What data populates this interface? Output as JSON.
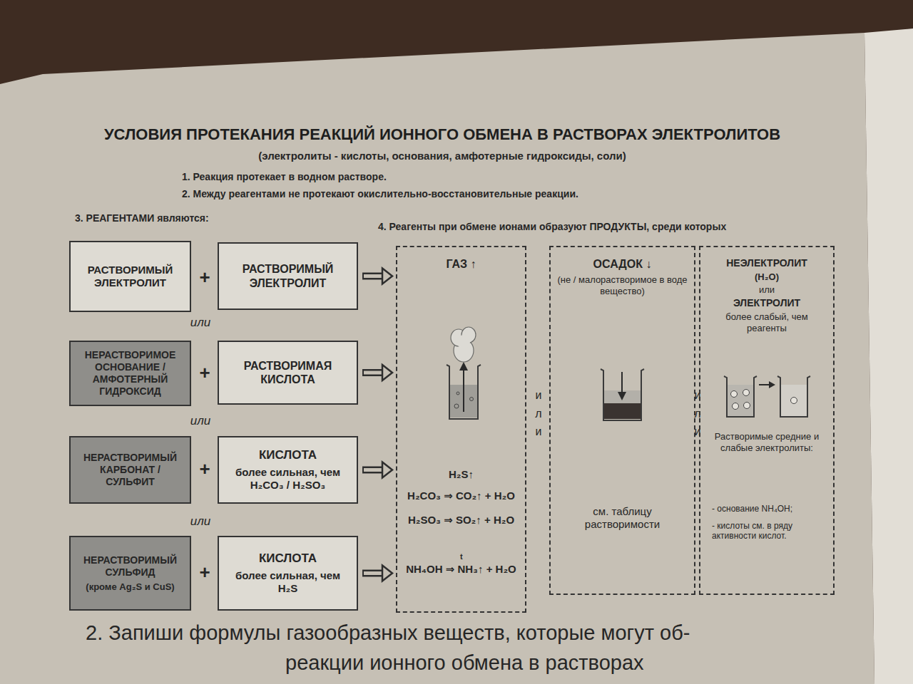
{
  "diagram": {
    "title": "УСЛОВИЯ ПРОТЕКАНИЯ РЕАКЦИЙ ИОННОГО ОБМЕНА В РАСТВОРАХ ЭЛЕКТРОЛИТОВ",
    "nodes": [
      {
        "text": [
          "РАСТВОРИМЫЙ ЭЛЕКТРОЛИТ"
        ]
      },
      {
        "text": [
          "РАСТВОРИМЫЙ ЭЛЕКТРОЛИТ"
        ]
      },
      {
        "text": [
          "НЕРАСТВОРИМОЕ ОСНОВАНИЕ / АМФОТЕРНЫЙ ГИДРОКСИД"
        ]
      },
      {
        "text": [
          "РАСТВОРИМАЯ КИСЛОТА"
        ]
      },
      {
        "text": [
          "НЕРАСТВОРИМЫЙ КАРБОНАТ / СУЛЬФИТ"
        ]
      },
      {
        "text": [
          "КИСЛОТА",
          "более сильная, чем H₂CO₃ / H₂SO₃"
        ]
      },
      {
        "text": [
          "НЕРАСТВОРИМЫЙ СУЛЬФИД",
          "(кроме Ag₂S и CuS)"
        ]
      },
      {
        "text": [
          "КИСЛОТА",
          "более сильная, чем H₂S"
        ]
      },
      {
        "text": [
          "ГАЗ ↑",
          "H₂S↑",
          "H₂CO₃ ⇒ CO₂↑ + H₂O",
          "H₂SO₃ ⇒ SO₂↑ + H₂O",
          "t",
          "NH₄OH ⇒ NH₃↑ + H₂O"
        ]
      },
      {
        "text": [
          "ОСАДОК ↓",
          "(не / малорастворимое в воде вещество)",
          "см. таблицу растворимости"
        ]
      },
      {
        "text": [
          "НЕЭЛЕКТРОЛИТ",
          "(H₂O)",
          "или",
          "ЭЛЕКТРОЛИТ",
          "более слабый, чем реагенты",
          "Растворимые средние и слабые электролиты:",
          "- основание NH₄OH;",
          "- кислоты см. в ряду активности кислот."
        ]
      }
    ],
    "edges": [
      {
        "from": 1,
        "to": 8,
        "arrow": "to"
      },
      {
        "from": 3,
        "to": 8,
        "arrow": "to"
      },
      {
        "from": 5,
        "to": 8,
        "arrow": "to"
      },
      {
        "from": 7,
        "to": 8,
        "arrow": "to"
      }
    ],
    "labels": [
      "(электролиты - кислоты, основания, амфотерные гидроксиды, соли)",
      "1. Реакция протекает в водном растворе.",
      "2. Между реагентами не протекают окислительно-восстановительные реакции.",
      "3. РЕАГЕНТАМИ являются:",
      "4. Реагенты при обмене ионами образуют ПРОДУКТЫ, среди которых",
      "+",
      "+",
      "+",
      "+",
      "или",
      "или",
      "или",
      "или",
      "или",
      "2. Запиши формулы газообразных веществ, которые могут об-",
      "реакции ионного обмена в растворах"
    ]
  }
}
